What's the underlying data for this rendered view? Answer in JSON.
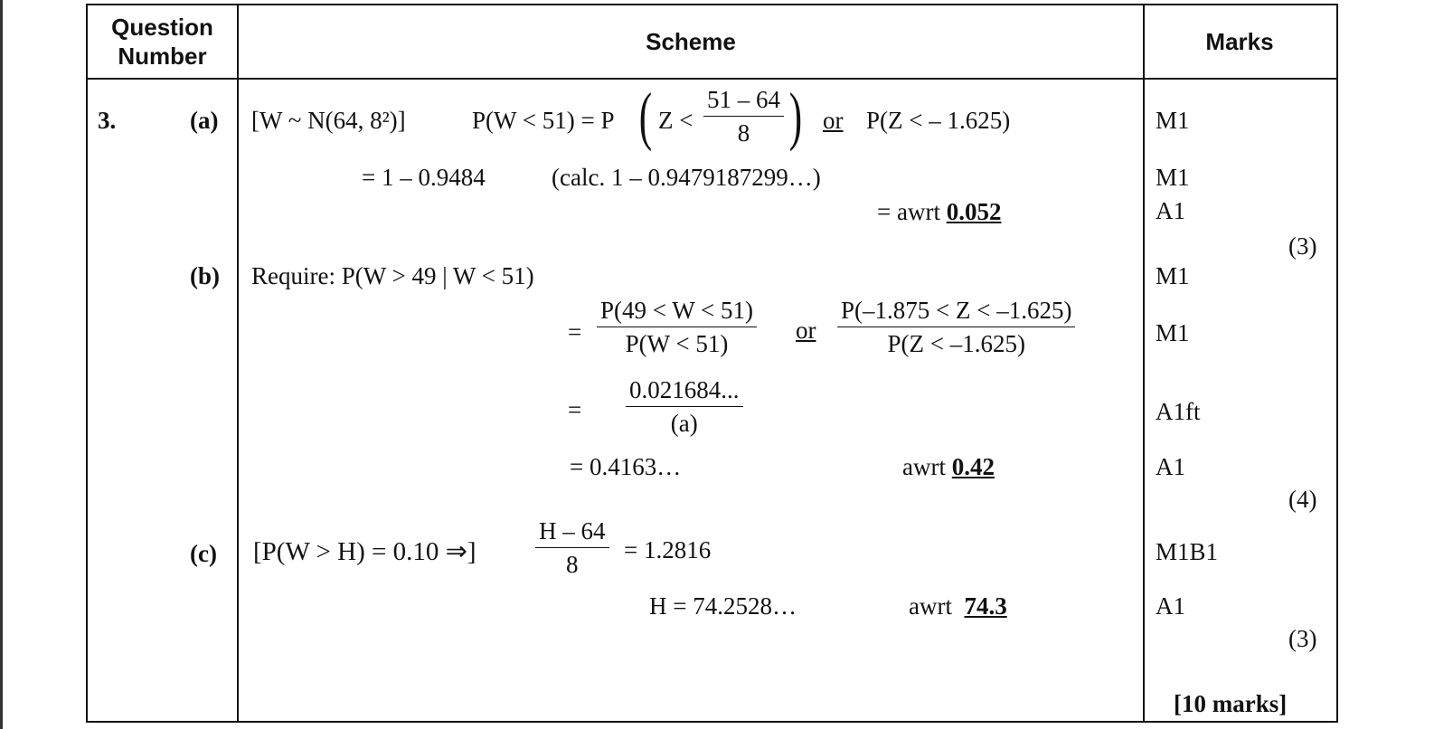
{
  "header": {
    "question_number": "Question Number",
    "scheme": "Scheme",
    "marks": "Marks"
  },
  "question": "3.",
  "part_a": {
    "label": "(a)",
    "dist": "[W ~ N(64, 8²)]",
    "prob": "P(W < 51) = P",
    "z_lhs": "Z <",
    "frac_num": "51 – 64",
    "frac_den": "8",
    "or": "or",
    "alt": "P(Z < – 1.625)",
    "line2": "= 1 – 0.9484",
    "line2_calc": "(calc. 1 – 0.9479187299…)",
    "line3_prefix": "= awrt",
    "line3_answer": "0.052",
    "marks": [
      "M1",
      "M1",
      "A1"
    ],
    "total": "(3)"
  },
  "part_b": {
    "label": "(b)",
    "require": "Require:  P(W > 49 | W < 51)",
    "eq1": "=",
    "frac1_num": "P(49 < W < 51)",
    "frac1_den": "P(W < 51)",
    "or": "or",
    "frac2_num": "P(–1.875 < Z < –1.625)",
    "frac2_den": "P(Z < –1.625)",
    "eq2": "=",
    "frac3_num": "0.021684...",
    "frac3_den": "(a)",
    "result": "= 0.4163…",
    "awrt_prefix": "awrt",
    "awrt_answer": "0.42",
    "marks": [
      "M1",
      "M1",
      "A1ft",
      "A1"
    ],
    "total": "(4)"
  },
  "part_c": {
    "label": "(c)",
    "given": "[P(W > H) = 0.10 ⇒]",
    "frac_num": "H – 64",
    "frac_den": "8",
    "rhs": "= 1.2816",
    "result": "H = 74.2528…",
    "awrt_prefix": "awrt",
    "awrt_answer": "74.3",
    "marks": [
      "M1B1",
      "A1"
    ],
    "total": "(3)"
  },
  "grand_total": "[10 marks]"
}
